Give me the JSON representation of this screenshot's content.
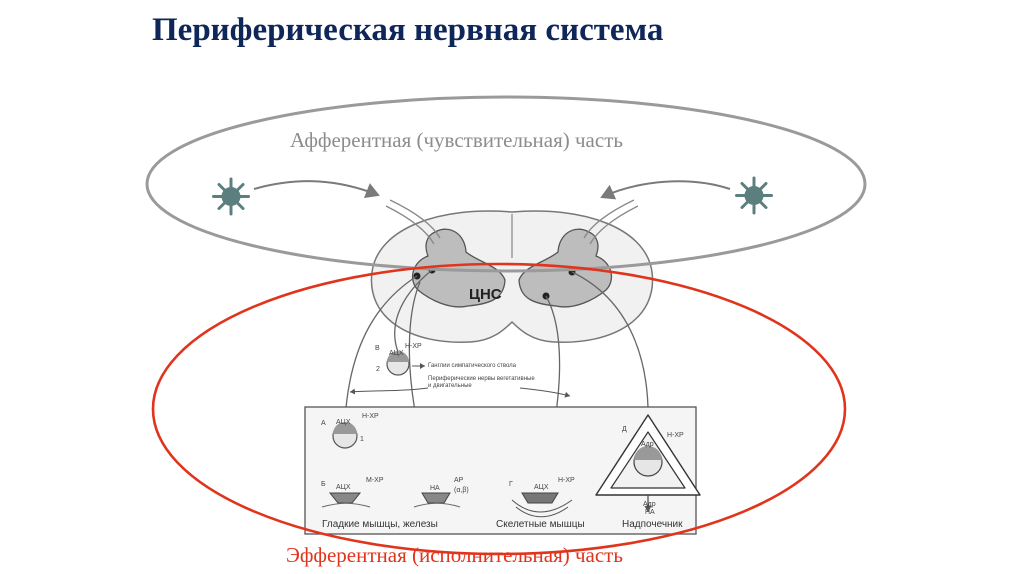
{
  "slide": {
    "title": "Периферическая нервная система",
    "afferent_label": "Афферентная (чувствительная) часть",
    "efferent_label": "Эфферентная (исполнительная) часть",
    "cns_label": "ЦНС"
  },
  "figure": {
    "ganglion_label": "Ганглии симпатического ствола",
    "peripheral_nerves_label": "Периферические нервы вегетативные и двигательные",
    "letters": {
      "a": "А",
      "b": "Б",
      "v": "В",
      "g": "Г",
      "d": "Д"
    },
    "transmitters": {
      "v_top": "АЦХ",
      "v_right": "Н-ХР",
      "v_num": "2",
      "a_top": "АЦХ",
      "a_right": "Н-ХР",
      "a_num": "1",
      "b_top": "АЦХ",
      "b_right": "М-ХР",
      "mid_top": "НА",
      "mid_right": "АР",
      "mid_sub": "(α,β)",
      "g_top": "АЦХ",
      "g_right": "Н-ХР",
      "d_top": "Адр",
      "d_right": "Н-ХР",
      "d_bottom1": "Адр",
      "d_bottom2": "НА"
    },
    "captions": {
      "smooth": "Гладкие мышцы, железы",
      "skeletal": "Скелетные мышцы",
      "adrenal": "Надпочечник"
    }
  },
  "colors": {
    "title": "#0f2659",
    "afferent": "#8c8c8c",
    "efferent": "#e0341c",
    "receptor": "#5b7f7f"
  }
}
